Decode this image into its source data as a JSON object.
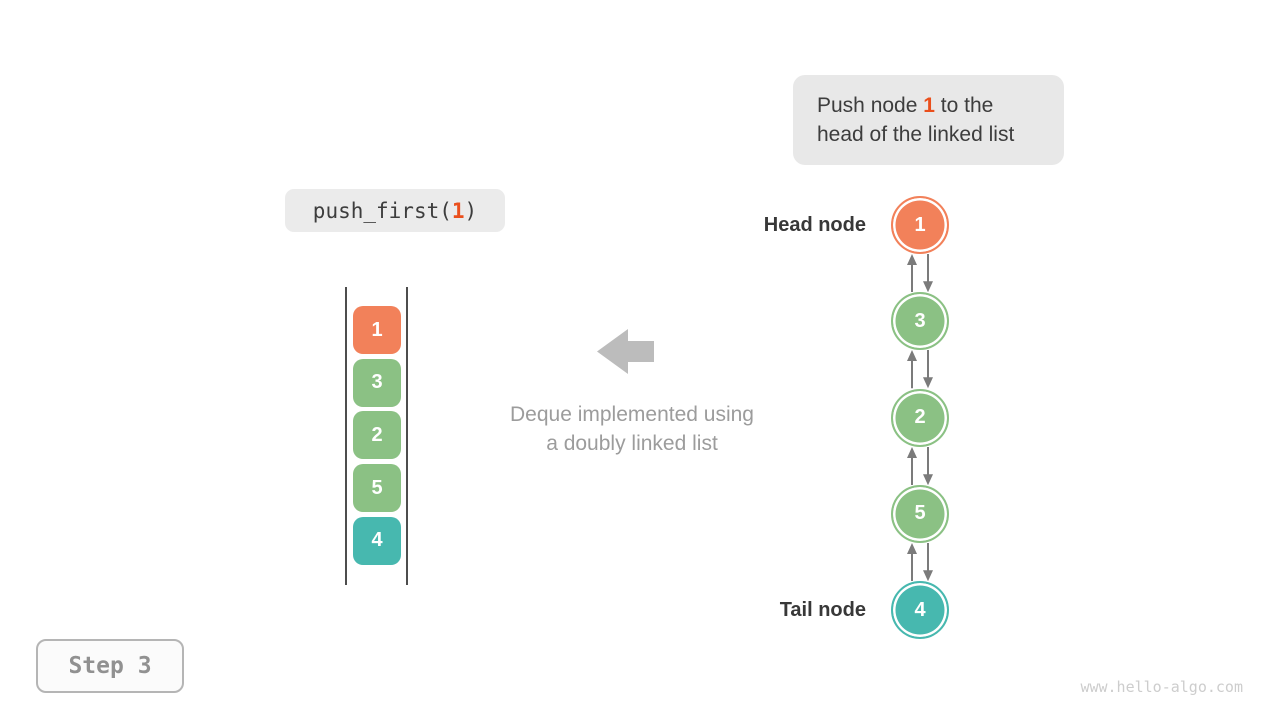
{
  "colors": {
    "orange": "#f2815a",
    "green": "#8bc184",
    "teal": "#47b8af",
    "highlight": "#ea4f1c",
    "callout_bg": "#e8e8e8",
    "code_bg": "#ebebeb",
    "connector_gray": "#7b7b7b",
    "block_arrow_gray": "#bcbcbc",
    "caption_gray": "#9c9c9c",
    "stack_rail_gray": "#4d4d4d"
  },
  "callout": {
    "line1_prefix": "Push node ",
    "line1_highlight": "1",
    "line1_suffix": " to the",
    "line2": "head of the linked list"
  },
  "code": {
    "prefix": "push_first(",
    "arg": "1",
    "suffix": ")"
  },
  "deque_stack": {
    "items": [
      {
        "value": "1",
        "color_key": "orange"
      },
      {
        "value": "3",
        "color_key": "green"
      },
      {
        "value": "2",
        "color_key": "green"
      },
      {
        "value": "5",
        "color_key": "green"
      },
      {
        "value": "4",
        "color_key": "teal"
      }
    ]
  },
  "linked_list": {
    "head_label": "Head node",
    "tail_label": "Tail node",
    "nodes": [
      {
        "value": "1",
        "color_key": "orange"
      },
      {
        "value": "3",
        "color_key": "green"
      },
      {
        "value": "2",
        "color_key": "green"
      },
      {
        "value": "5",
        "color_key": "green"
      },
      {
        "value": "4",
        "color_key": "teal"
      }
    ]
  },
  "caption": {
    "line1": "Deque implemented using",
    "line2": "a doubly linked list"
  },
  "footer": {
    "step": "Step 3",
    "watermark": "www.hello-algo.com"
  }
}
